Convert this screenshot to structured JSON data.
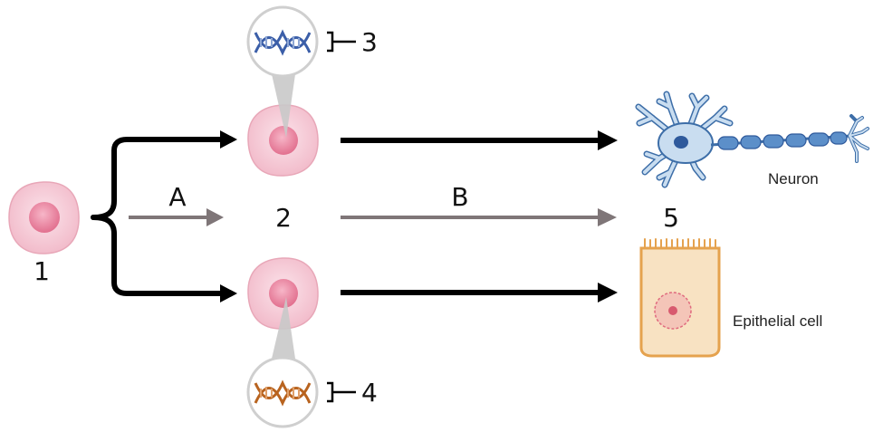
{
  "labels": {
    "stem_cell": "1",
    "middle_cells": "2",
    "dna_top": "3",
    "dna_bottom": "4",
    "differentiated": "5",
    "arrow_a": "A",
    "arrow_b": "B",
    "neuron": "Neuron",
    "epithelial": "Epithelial cell"
  },
  "colors": {
    "cell_fill": "#f6cfd8",
    "cell_stroke": "#e8a7b8",
    "nucleus": "#e77c9b",
    "black_arrow": "#000000",
    "gray_arrow": "#7f7678",
    "neuron_fill": "#c9ddf0",
    "neuron_stroke": "#3d6ea8",
    "epithelial_fill": "#f8e2c2",
    "epithelial_stroke": "#e5a24e",
    "dna_blue": "#3b5ea8",
    "dna_orange": "#b8631f"
  },
  "icons": {
    "dna_top": "dna-helix-icon",
    "dna_bottom": "dna-helix-icon"
  }
}
